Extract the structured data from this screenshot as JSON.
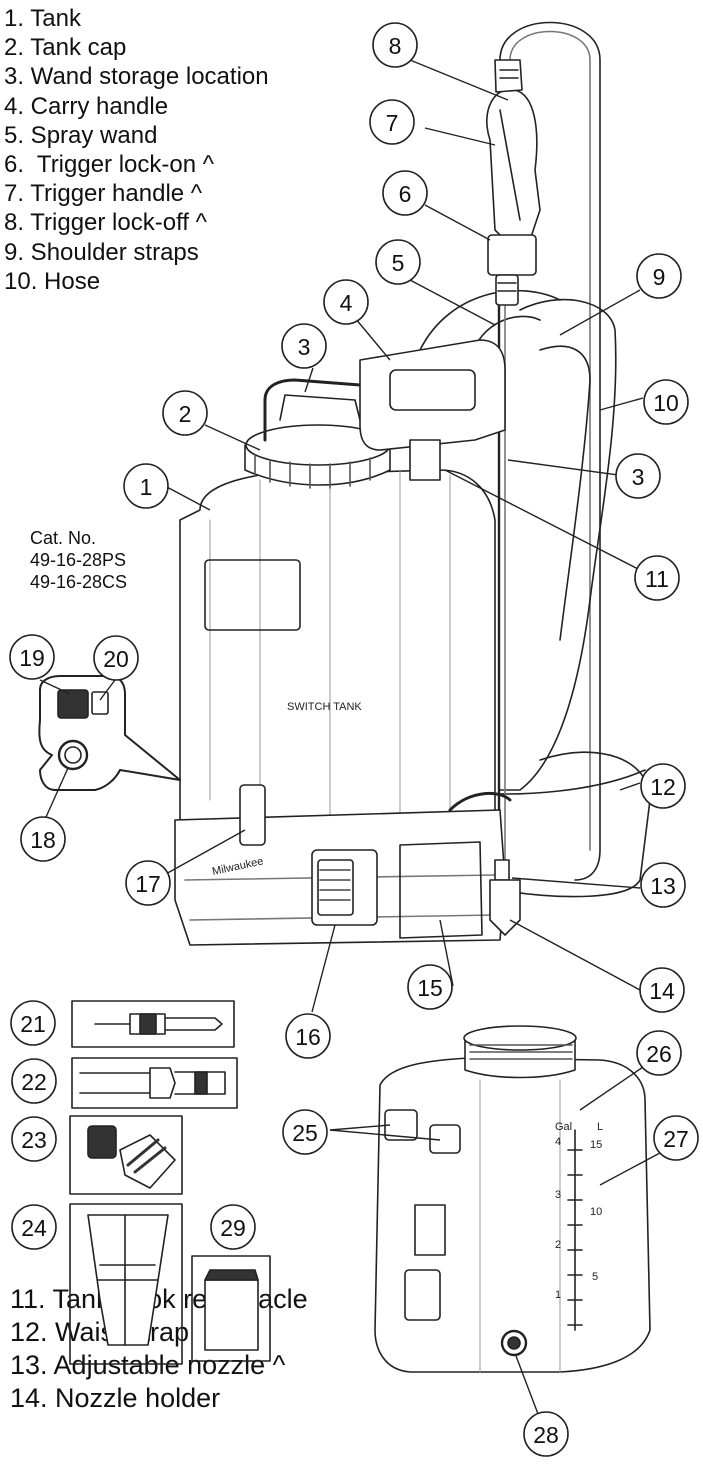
{
  "legend_top": [
    "1. Tank",
    "2. Tank cap",
    "3. Wand storage location",
    "4. Carry handle",
    "5. Spray wand",
    "6.  Trigger lock-on ^",
    "7. Trigger handle ^",
    "8. Trigger lock-off ^",
    "9. Shoulder straps",
    "10. Hose"
  ],
  "legend_bottom": [
    "11. Tank hook receptacle",
    "12. Waist strap",
    "13. Adjustable nozzle ^",
    "14. Nozzle holder"
  ],
  "cat_no": {
    "label": "Cat. No.",
    "models": [
      "49-16-28PS",
      "49-16-28CS"
    ]
  },
  "product_marks": {
    "tank_text": "SWITCH TANK",
    "brand": "Milwaukee",
    "gal_label": "Gal",
    "gal_scale": [
      "4",
      "3",
      "2",
      "1"
    ],
    "liter_label": "L",
    "liter_scale": [
      "15",
      "10",
      "5"
    ]
  },
  "callouts": [
    "1",
    "2",
    "3",
    "3",
    "4",
    "5",
    "6",
    "7",
    "8",
    "9",
    "10",
    "11",
    "12",
    "13",
    "14",
    "15",
    "16",
    "17",
    "18",
    "19",
    "20",
    "21",
    "22",
    "23",
    "24",
    "25",
    "26",
    "27",
    "28",
    "29"
  ]
}
